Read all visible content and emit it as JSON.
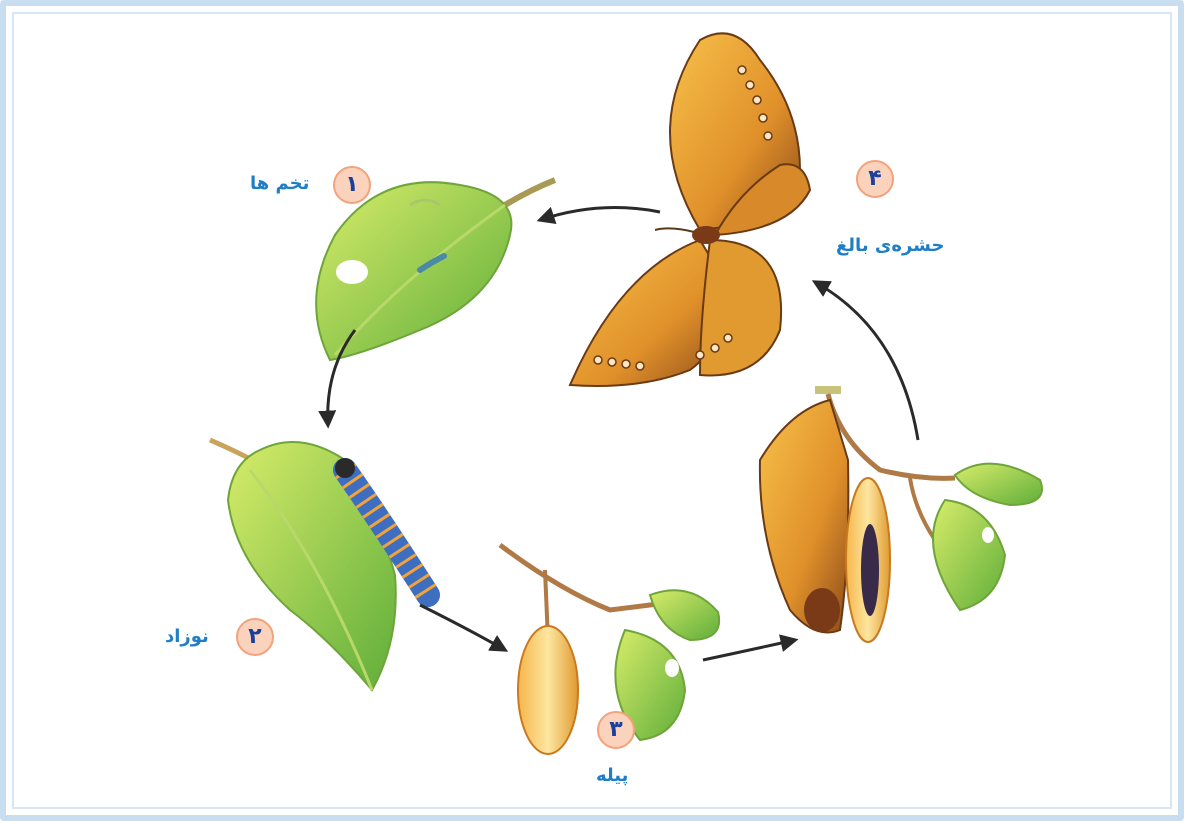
{
  "colors": {
    "frame": "#c9ddf1",
    "label_text": "#1e7fc7",
    "badge_fill": "#fbd3bd",
    "badge_border": "#f2a27c",
    "badge_text": "#1a3f9c",
    "arrow": "#2a2a2a"
  },
  "stages": [
    {
      "number": "۱",
      "label": "تخم ها",
      "image": "leaf-with-eggs"
    },
    {
      "number": "۲",
      "label": "نوزاد",
      "image": "caterpillar-on-leaf"
    },
    {
      "number": "۳",
      "label": "پیله",
      "image": "cocoon-on-branch"
    },
    {
      "number": "۴",
      "label": "حشره‌ی بالغ",
      "image": "adult-butterfly"
    }
  ],
  "extra_images": [
    "butterfly-emerging-from-cocoon"
  ]
}
